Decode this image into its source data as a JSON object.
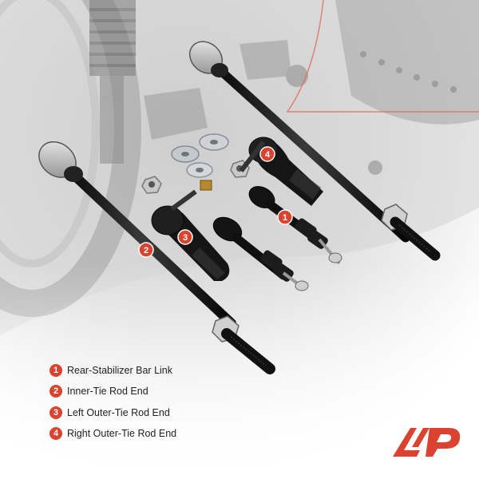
{
  "callouts": [
    {
      "number": "1"
    },
    {
      "number": "2"
    },
    {
      "number": "3"
    },
    {
      "number": "4"
    }
  ],
  "legend": [
    {
      "number": "1",
      "label": "Rear-Stabilizer Bar Link"
    },
    {
      "number": "2",
      "label": "Inner-Tie Rod End"
    },
    {
      "number": "3",
      "label": "Left Outer-Tie Rod End"
    },
    {
      "number": "4",
      "label": "Right Outer-Tie Rod End"
    }
  ],
  "colors": {
    "accent": "#d9432f",
    "part": "#161616",
    "background": "#ffffff"
  },
  "logo": {
    "icon": "brand-logo-icon"
  }
}
